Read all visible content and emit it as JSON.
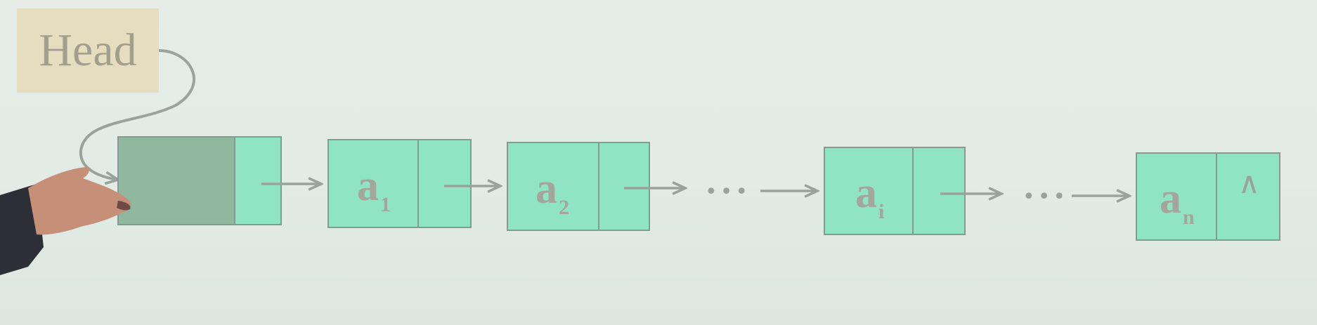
{
  "head": {
    "label": "Head"
  },
  "nodes": [
    {
      "id": "header",
      "data": "",
      "sub": "",
      "next": ""
    },
    {
      "id": "a1",
      "data": "a",
      "sub": "1",
      "next": ""
    },
    {
      "id": "a2",
      "data": "a",
      "sub": "2",
      "next": ""
    },
    {
      "id": "ai",
      "data": "a",
      "sub": "i",
      "next": ""
    },
    {
      "id": "an",
      "data": "a",
      "sub": "n",
      "next": "∧"
    }
  ],
  "ellipsis": "•••",
  "colors": {
    "node_fill": "#8fe4c4",
    "header_data_fill": "#8fb89f",
    "node_stroke": "#889a90",
    "arrow": "#9aa39b",
    "head_fill": "#e6dcc0",
    "text": "#a3a69c"
  }
}
